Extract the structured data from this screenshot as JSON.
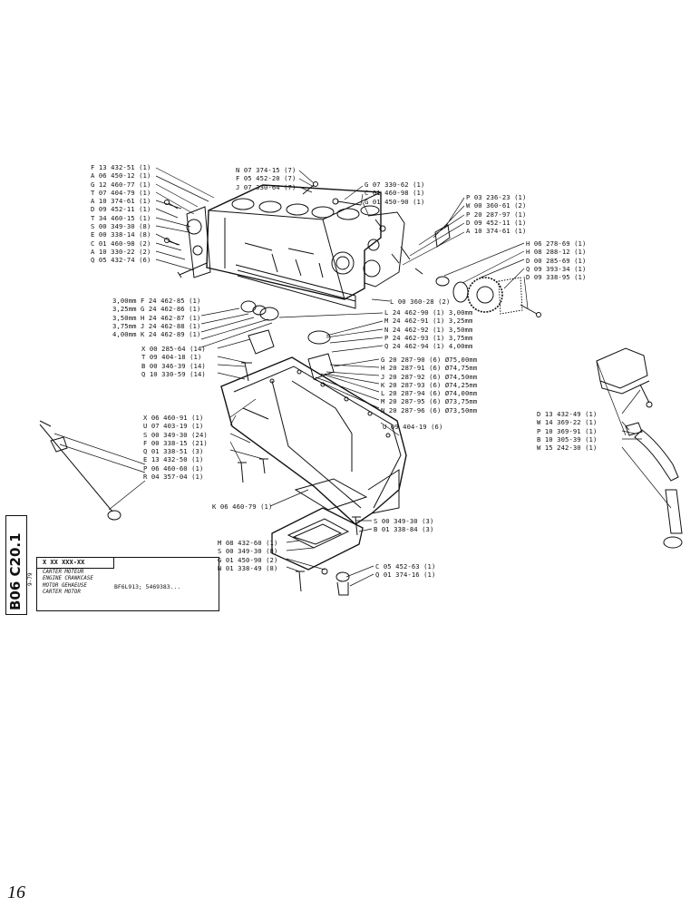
{
  "labels": {
    "top_left": [
      "F 13 432-51 (1)",
      "A 06 450-12 (1)",
      "G 12 460-77 (1)",
      "T 07 404-79 (1)",
      "A 10 374-61 (1)",
      "D 09 452-11 (1)",
      "T 34 460-15 (1)",
      "S 00 349-30 (8)",
      "E 00 338-14 (8)",
      "C 01 460-98 (2)",
      "A 10 330-22 (2)",
      "Q 05 432-74 (6)"
    ],
    "top_mid": [
      "N 07 374-15 (7)",
      "F 05 452-20 (7)",
      "J 07 330-64 (7)"
    ],
    "top_right_a": [
      "G 07 330-62 (1)",
      "C 01 460-98 (1)",
      "G 01 450-90 (1)"
    ],
    "top_right_b": [
      "P 03 236-23 (1)",
      "W 00 360-61 (2)",
      "P 20 287-97 (1)",
      "D 09 452-11 (1)",
      "A 10 374-61 (1)"
    ],
    "top_right_c": [
      "H 06 278-69 (1)",
      "H 08 288-12 (1)",
      "D 00 285-69 (1)",
      "Q 09 393-34 (1)",
      "D 09 338-95 (1)"
    ],
    "bearing_shells": [
      "3,00mm F 24 462-85 (1)",
      "3,25mm G 24 462-86 (1)",
      "3,50mm H 24 462-87 (1)",
      "3,75mm J 24 462-88 (1)",
      "4,00mm K 24 462-89 (1)"
    ],
    "mid_left": [
      "X 00 285-64 (14)",
      "T 09 404-18 (1)",
      "B 00 346-39 (14)",
      "Q 10 330-59 (14)"
    ],
    "mid_right_a": [
      "L 00 360-28 (2)"
    ],
    "mid_right_b": [
      "L 24 462-90 (1) 3,00mm",
      "M 24 462-91 (1) 3,25mm",
      "N 24 462-92 (1) 3,50mm",
      "P 24 462-93 (1) 3,75mm",
      "Q 24 462-94 (1) 4,00mm"
    ],
    "mid_right_c": [
      "G 20 287-90 (6) Ø75,00mm",
      "H 20 287-91 (6) Ø74,75mm",
      "J 20 287-92 (6) Ø74,50mm",
      "K 20 287-93 (6) Ø74,25mm",
      "L 20 287-94 (6) Ø74,00mm",
      "M 20 287-95 (6) Ø73,75mm",
      "N 20 287-96 (6) Ø73,50mm"
    ],
    "oilpan_left": [
      "X 06 460-91 (1)",
      "U 07 403-19 (1)",
      "S 00 349-30 (24)",
      "F 00 338-15 (21)",
      "Q 01 338-51 (3)",
      "E 13 432-50 (1)",
      "P 06 460-60 (1)",
      "R 04 357-04 (1)"
    ],
    "oilpan_right": [
      "U 09 404-19 (6)"
    ],
    "gasket": [
      "K 06 460-79 (1)"
    ],
    "bottom_left": [
      "M 08 432-60 (1)",
      "S 00 349-30 (8)",
      "G 01 450-90 (2)",
      "N 01 338-49 (8)"
    ],
    "bottom_right_a": [
      "S 00 349-30 (3)",
      "B 01 338-84 (3)"
    ],
    "bottom_right_b": [
      "C 05 452-63 (1)",
      "Q 01 374-16 (1)"
    ],
    "breather": [
      "D 13 432-49 (1)",
      "W 14 369-22 (1)",
      "P 10 369-91 (1)",
      "B 10 305-39 (1)",
      "W 15 242-30 (1)"
    ]
  },
  "title_block": {
    "code": "X  XX XXX-XX",
    "names": [
      "CARTER MOTEUR",
      "ENGINE CRANKCASE",
      "MOTOR GEHAEUSE",
      "CARTER MOTOR"
    ],
    "model": "BF6L913; 5469383..."
  },
  "side_code": "B06 C20.1",
  "side_sub": "9-79",
  "page_number": "16"
}
